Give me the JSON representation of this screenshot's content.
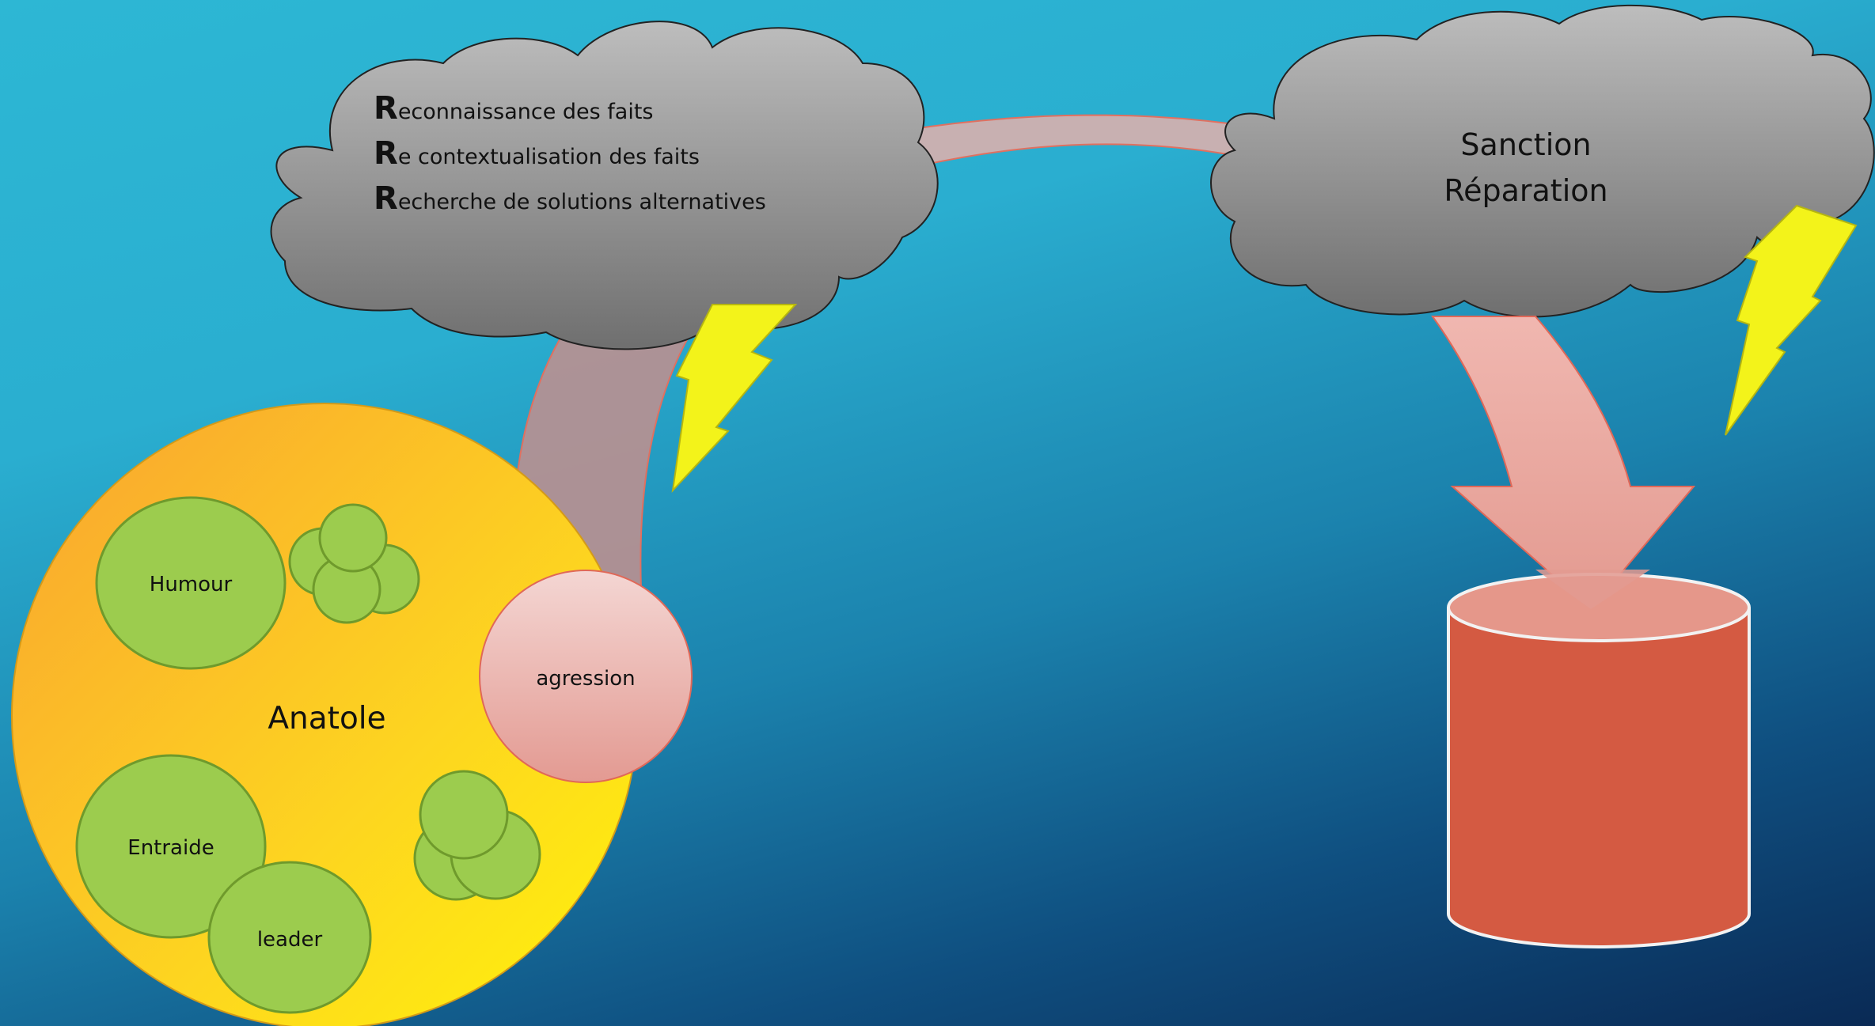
{
  "cloud_left": {
    "lines": [
      {
        "initial": "R",
        "rest": "econnaissance des faits"
      },
      {
        "initial": "R",
        "rest": "e contextualisation des faits"
      },
      {
        "initial": "R",
        "rest": "echerche de solutions alternatives"
      }
    ]
  },
  "cloud_right": {
    "line1": "Sanction",
    "line2": "Réparation"
  },
  "person": {
    "name": "Anatole"
  },
  "traits": {
    "humour": "Humour",
    "entraide": "Entraide",
    "leader": "leader"
  },
  "event": {
    "label": "agression"
  },
  "colors": {
    "cloud": "#9a9a9a",
    "arrow": "#e8a09a",
    "person_fill": "#fbd423",
    "trait": "#9ccc4e",
    "bucket": "#d45a42",
    "lightning": "#f3f31a"
  }
}
